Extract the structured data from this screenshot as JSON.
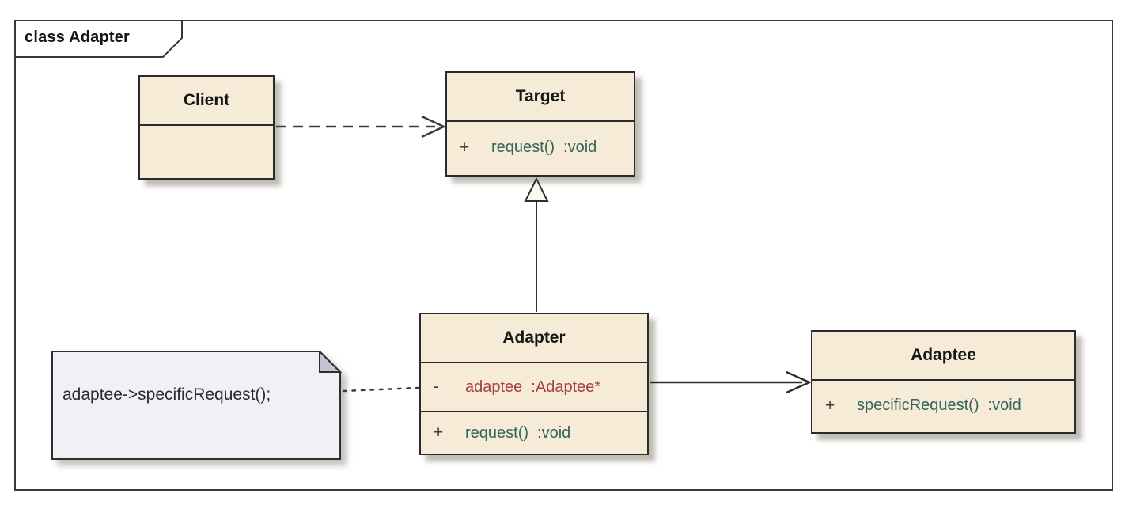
{
  "frame": {
    "title": "class Adapter"
  },
  "classes": {
    "client": {
      "name": "Client"
    },
    "target": {
      "name": "Target",
      "methods": [
        {
          "vis": "+",
          "sig": "request()",
          "type": ":void"
        }
      ]
    },
    "adapter": {
      "name": "Adapter",
      "attributes": [
        {
          "vis": "-",
          "sig": "adaptee",
          "type": ":Adaptee*"
        }
      ],
      "methods": [
        {
          "vis": "+",
          "sig": "request()",
          "type": ":void"
        }
      ]
    },
    "adaptee": {
      "name": "Adaptee",
      "methods": [
        {
          "vis": "+",
          "sig": "specificRequest()",
          "type": ":void"
        }
      ]
    }
  },
  "note": {
    "text": "adaptee->specificRequest();"
  },
  "relationships": [
    {
      "from": "Client",
      "to": "Target",
      "type": "dependency",
      "style": "dashed-open-arrow"
    },
    {
      "from": "Adapter",
      "to": "Target",
      "type": "generalization",
      "style": "solid-hollow-triangle"
    },
    {
      "from": "Adapter",
      "to": "Adaptee",
      "type": "association",
      "style": "solid-open-arrow"
    },
    {
      "from": "note",
      "to": "Adapter",
      "type": "note-link",
      "style": "dotted"
    }
  ],
  "colors": {
    "class_fill": "#f5ebd7",
    "class_border": "#2b2b2b",
    "frame_border": "#383838",
    "note_fill": "#f2f0f7",
    "note_fold": "#c6c3d0",
    "title_text": "#161616",
    "method_text": "#33665a",
    "attribute_text": "#a84041",
    "visibility_text": "#3d3d35",
    "connector": "#3b3b3b",
    "shadow": "#8a8478"
  }
}
